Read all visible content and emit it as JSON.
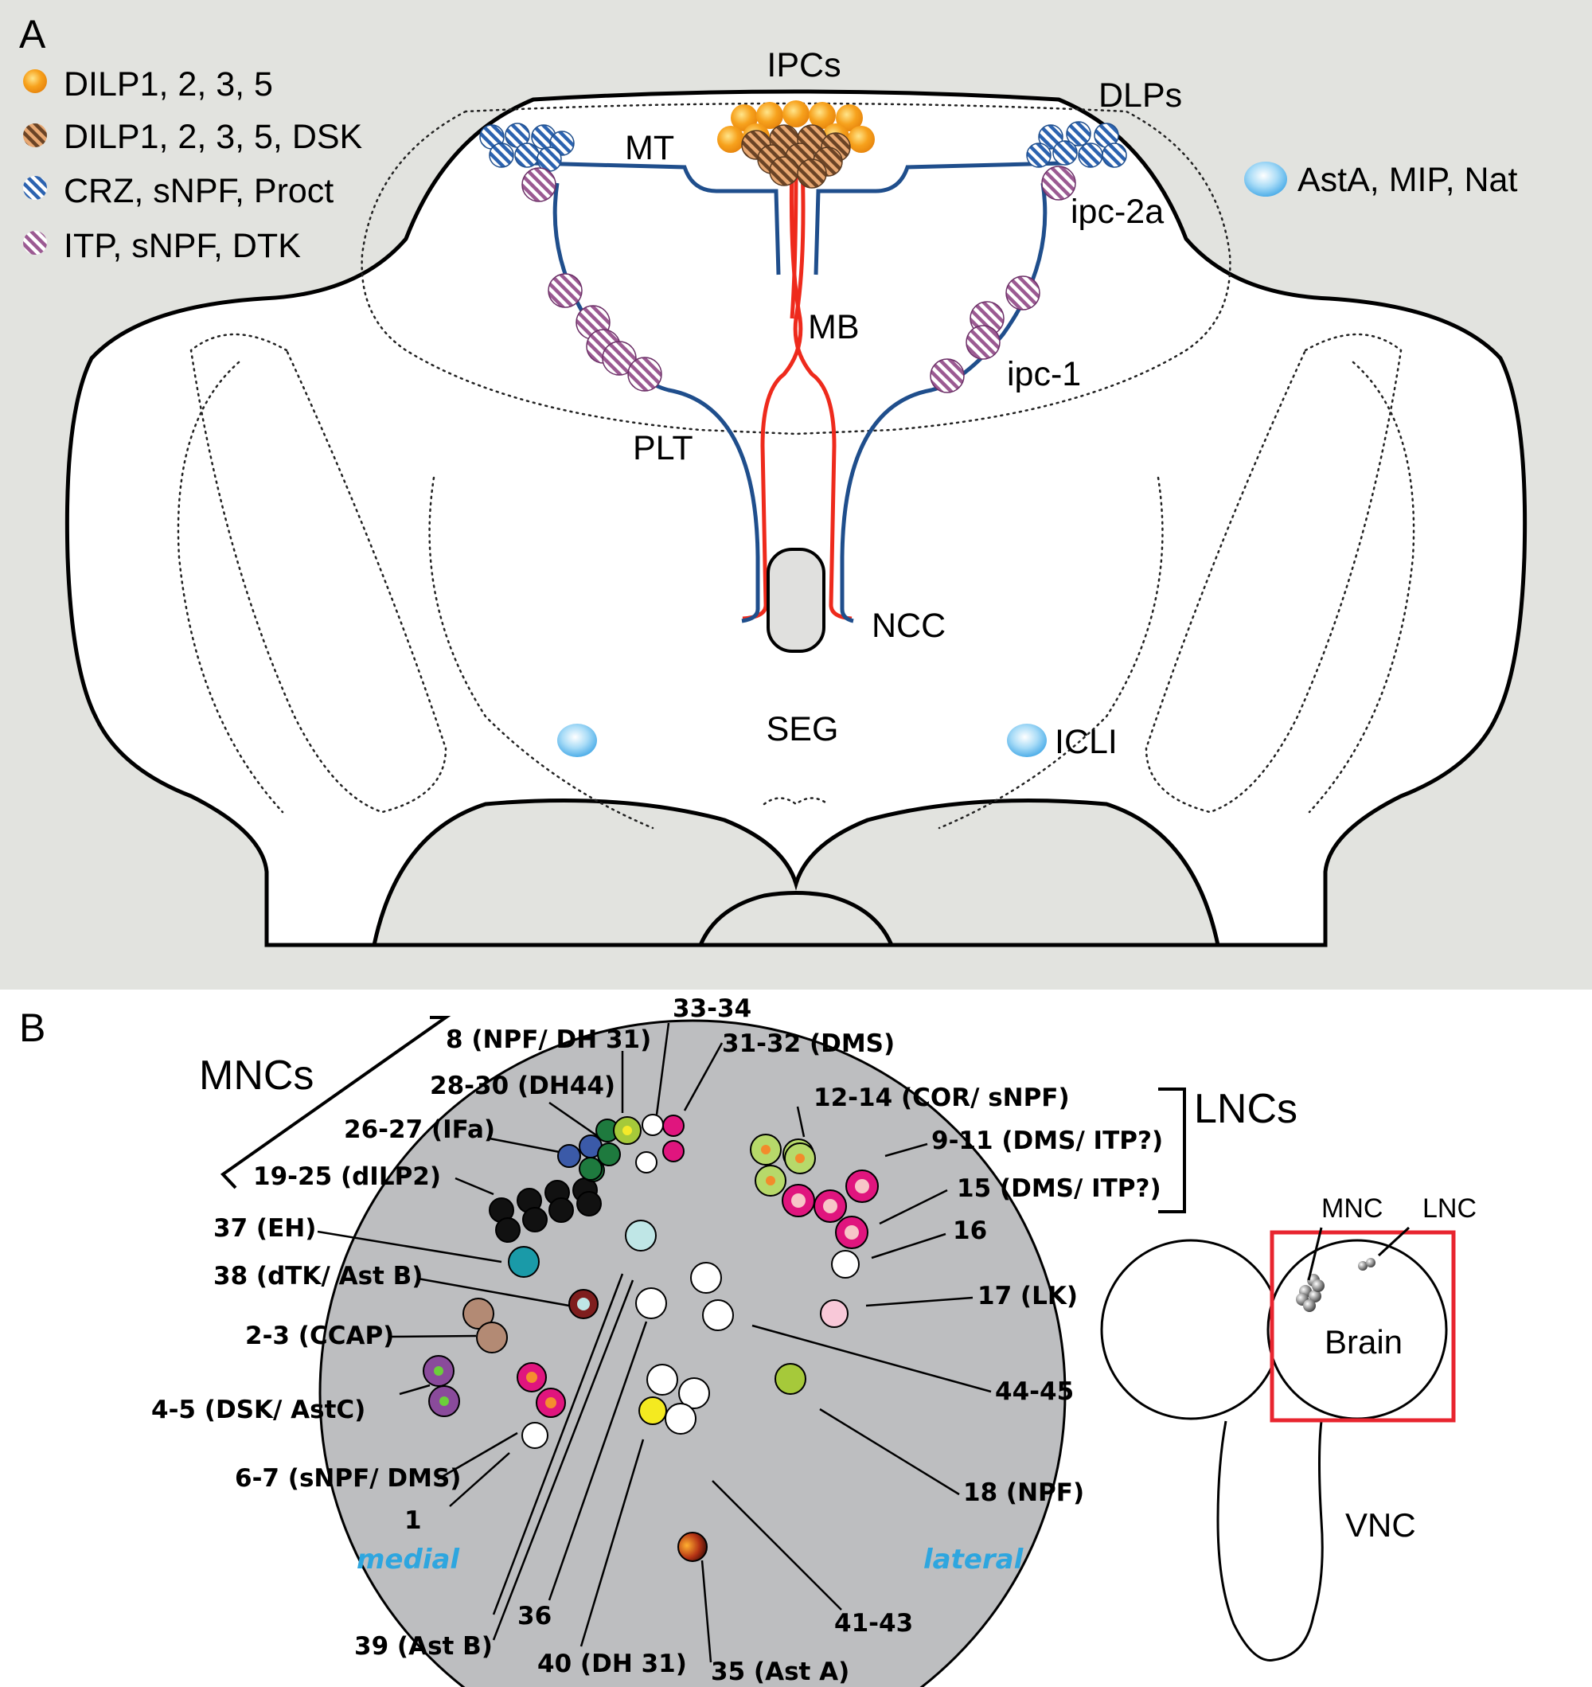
{
  "panel_a": {
    "panel_label": "A",
    "legend": [
      {
        "label": "DILP1, 2, 3, 5",
        "pattern": "solid-orange"
      },
      {
        "label": "DILP1, 2, 3, 5, DSK",
        "pattern": "hatched-brown"
      },
      {
        "label": "CRZ, sNPF, Proct",
        "pattern": "hatched-blue"
      },
      {
        "label": "ITP, sNPF, DTK",
        "pattern": "hatched-pink"
      }
    ],
    "legend_right": "AstA, MIP, Nat",
    "labels": {
      "ipcs": "IPCs",
      "dlps": "DLPs",
      "mt": "MT",
      "ipc2a": "ipc-2a",
      "mb": "MB",
      "ipc1": "ipc-1",
      "plt": "PLT",
      "ncc": "NCC",
      "seg": "SEG",
      "icli": "ICLI"
    }
  },
  "panel_b": {
    "panel_label": "B",
    "mncs": "MNCs",
    "lncs": "LNCs",
    "labels": {
      "l_8": "8 (NPF/ DH 31)",
      "l_33": "33-34",
      "l_31": "31-32 (DMS)",
      "l_28": "28-30 (DH44)",
      "l_26": "26-27 (IFa)",
      "l_19": "19-25 (dILP2)",
      "l_37": "37 (EH)",
      "l_38": "38 (dTK/ Ast B)",
      "l_2": "2-3 (CCAP)",
      "l_4": "4-5 (DSK/ AstC)",
      "l_6": "6-7 (sNPF/ DMS)",
      "l_1": "1",
      "l_12": "12-14 (COR/ sNPF)",
      "l_9": "9-11 (DMS/ ITP?)",
      "l_15": "15 (DMS/ ITP?)",
      "l_16": "16",
      "l_17": "17 (LK)",
      "l_44": "44-45",
      "l_18": "18 (NPF)",
      "l_41": "41-43",
      "l_39": "39 (Ast B)",
      "l_36": "36",
      "l_40": "40 (DH 31)",
      "l_35": "35 (Ast A)"
    },
    "medial": "medial",
    "lateral": "lateral",
    "inset": {
      "mnc": "MNC",
      "lnc": "LNC",
      "brain": "Brain",
      "vnc": "VNC"
    }
  },
  "colors": {
    "panel_a_bg": "#e2e3df",
    "tract_blue": "#1f4e8c",
    "tract_red": "#ee2a1c",
    "dilp_orange": "#f39c1f",
    "circle_grey": "#bdbec0",
    "highlight_red": "#e8252f",
    "label_blue": "#2ea6df"
  }
}
